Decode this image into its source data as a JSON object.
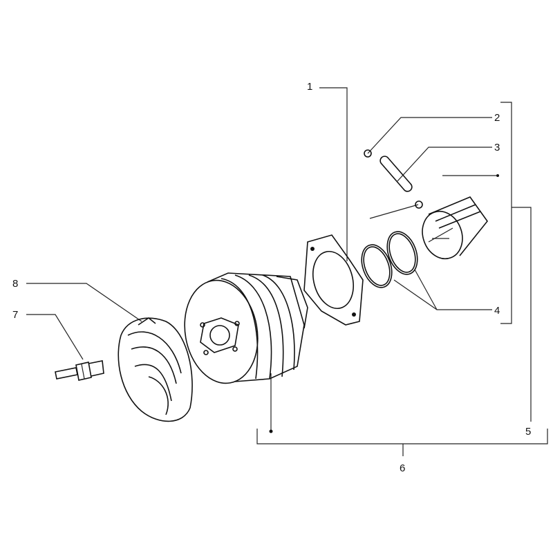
{
  "diagram": {
    "callouts": [
      {
        "id": "1",
        "text": "1"
      },
      {
        "id": "2",
        "text": "2"
      },
      {
        "id": "3",
        "text": "3"
      },
      {
        "id": "4",
        "text": "4"
      },
      {
        "id": "5",
        "text": "5"
      },
      {
        "id": "6",
        "text": "6"
      },
      {
        "id": "7",
        "text": "7"
      },
      {
        "id": "8",
        "text": "8"
      }
    ],
    "parts": [
      "cylinder-base-gasket",
      "piston-pin-clip",
      "piston-pin",
      "piston-ring",
      "piston-assembly",
      "cylinder-piston-assembly",
      "spark-plug",
      "cylinder-head"
    ]
  }
}
